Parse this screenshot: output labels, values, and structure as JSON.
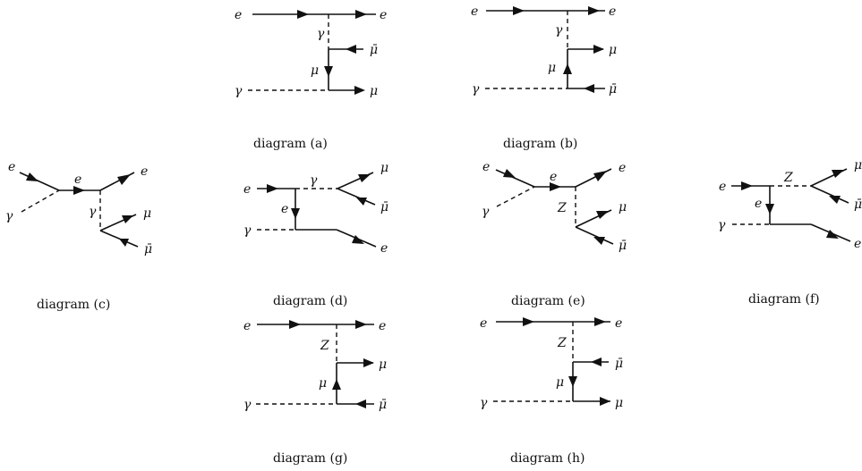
{
  "diagrams": [
    {
      "id": "a",
      "caption": "diagram (a)",
      "labels": [
        "e",
        "e",
        "γ",
        "μ̄",
        "μ",
        "γ",
        "μ"
      ]
    },
    {
      "id": "b",
      "caption": "diagram (b)",
      "labels": [
        "e",
        "e",
        "γ",
        "μ",
        "μ",
        "γ",
        "μ̄"
      ]
    },
    {
      "id": "c",
      "caption": "diagram (c)",
      "labels": [
        "e",
        "γ",
        "e",
        "e",
        "γ",
        "μ",
        "μ̄"
      ]
    },
    {
      "id": "d",
      "caption": "diagram (d)",
      "labels": [
        "e",
        "γ",
        "μ",
        "μ̄",
        "e",
        "γ",
        "e"
      ]
    },
    {
      "id": "e",
      "caption": "diagram (e)",
      "labels": [
        "e",
        "γ",
        "e",
        "e",
        "Z",
        "μ",
        "μ̄"
      ]
    },
    {
      "id": "f",
      "caption": "diagram (f)",
      "labels": [
        "e",
        "Z",
        "μ",
        "μ̄",
        "e",
        "γ",
        "e"
      ]
    },
    {
      "id": "g",
      "caption": "diagram (g)",
      "labels": [
        "e",
        "e",
        "Z",
        "μ",
        "μ",
        "γ",
        "μ̄"
      ]
    },
    {
      "id": "h",
      "caption": "diagram (h)",
      "labels": [
        "e",
        "e",
        "Z",
        "μ̄",
        "μ",
        "γ",
        "μ"
      ]
    }
  ]
}
